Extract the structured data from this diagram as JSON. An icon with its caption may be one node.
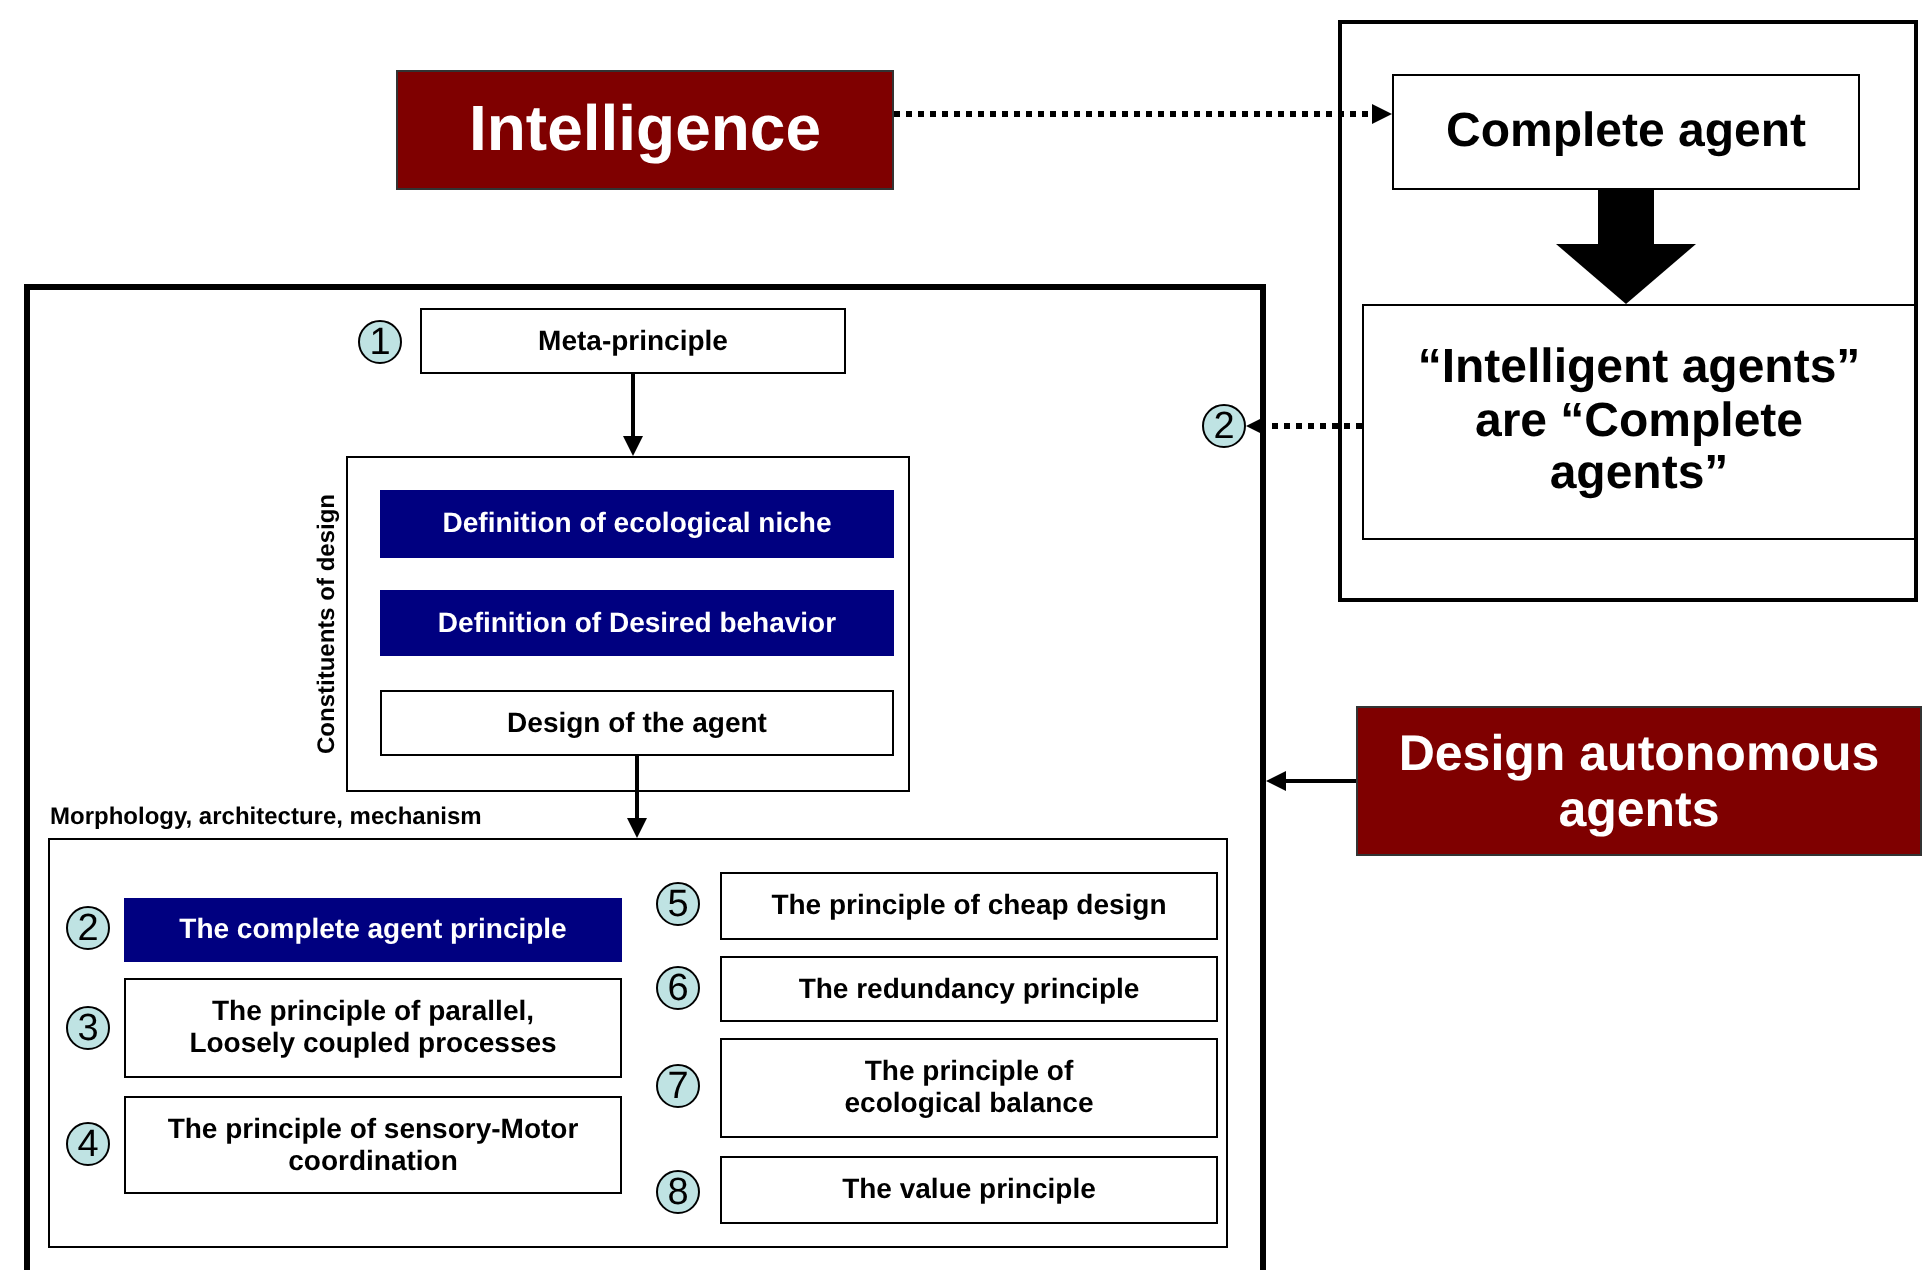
{
  "diagram": {
    "nodes": [
      {
        "text": [
          "Intelligence"
        ]
      },
      {
        "text": [],
        "shape": "box"
      },
      {
        "text": [
          "Complete agent"
        ],
        "in": 1
      },
      {
        "text": [
          "“Intelligent agents” are “Complete agents”"
        ],
        "in": 1
      },
      {
        "text": [],
        "shape": "box"
      },
      {
        "text": [
          "2"
        ],
        "in": 4
      },
      {
        "text": [
          "1"
        ],
        "in": 4
      },
      {
        "text": [
          "Meta-principle"
        ],
        "in": 4
      },
      {
        "text": [
          "Constituents of design"
        ],
        "in": 4
      },
      {
        "text": [
          "Definition of ecological niche"
        ],
        "in": 8
      },
      {
        "text": [
          "Definition of Desired behavior"
        ],
        "in": 8
      },
      {
        "text": [
          "Design of the agent"
        ],
        "in": 8
      },
      {
        "text": [
          "Morphology, architecture, mechanism"
        ],
        "in": 4
      },
      {
        "text": [
          "2"
        ],
        "in": 12
      },
      {
        "text": [
          "The complete agent principle"
        ],
        "in": 12
      },
      {
        "text": [
          "3"
        ],
        "in": 12
      },
      {
        "text": [
          "The principle of parallel, Loosely coupled processes"
        ],
        "in": 12
      },
      {
        "text": [
          "4"
        ],
        "in": 12
      },
      {
        "text": [
          "The principle of sensory-Motor coordination"
        ],
        "in": 12
      },
      {
        "text": [
          "5"
        ],
        "in": 12
      },
      {
        "text": [
          "The principle of cheap design"
        ],
        "in": 12
      },
      {
        "text": [
          "6"
        ],
        "in": 12
      },
      {
        "text": [
          "The redundancy principle"
        ],
        "in": 12
      },
      {
        "text": [
          "7"
        ],
        "in": 12
      },
      {
        "text": [
          "The principle of ecological balance"
        ],
        "in": 12
      },
      {
        "text": [
          "8"
        ],
        "in": 12
      },
      {
        "text": [
          "The value principle"
        ],
        "in": 12
      },
      {
        "text": [
          "Design autonomous agents"
        ]
      }
    ],
    "edges": [
      {
        "from": 0,
        "to": 2,
        "arrow": "to",
        "style": "dashed"
      },
      {
        "from": 2,
        "to": 3,
        "arrow": "to",
        "style": "thick"
      },
      {
        "from": 3,
        "to": 5,
        "arrow": "to",
        "style": "dashed"
      },
      {
        "from": 7,
        "to": 8,
        "arrow": "to"
      },
      {
        "from": 11,
        "to": 12,
        "arrow": "to"
      },
      {
        "from": 27,
        "to": 4,
        "arrow": "to"
      }
    ]
  }
}
